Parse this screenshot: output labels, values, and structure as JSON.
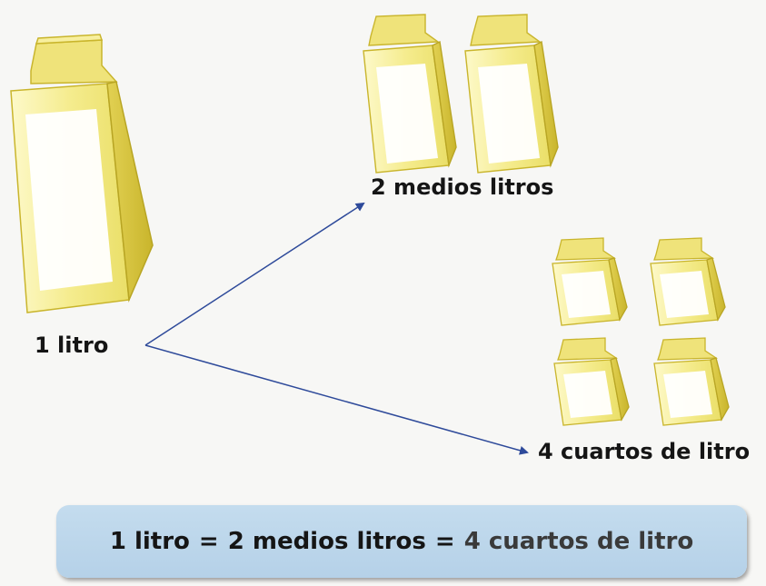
{
  "labels": {
    "one_liter": "1 litro",
    "two_halves": "2 medios litros",
    "four_quarters": "4 cuartos de litro"
  },
  "equation": {
    "part1": "1 litro",
    "eq1": "=",
    "part2": "2 medios litros",
    "eq2": "=",
    "part3": "4 cuartos de litro"
  },
  "colors": {
    "carton_light": "#fbf6b8",
    "carton_main": "#f2e77a",
    "carton_dark": "#c9b52c",
    "carton_window": "#ffffff",
    "arrow": "#2e4a9a",
    "equation_bg": "#bcd6ea",
    "text": "#151515"
  },
  "icons": {
    "large_carton": "milk-carton-1l-icon",
    "half_carton": "milk-carton-half-icon",
    "quarter_carton": "milk-carton-quarter-icon"
  }
}
